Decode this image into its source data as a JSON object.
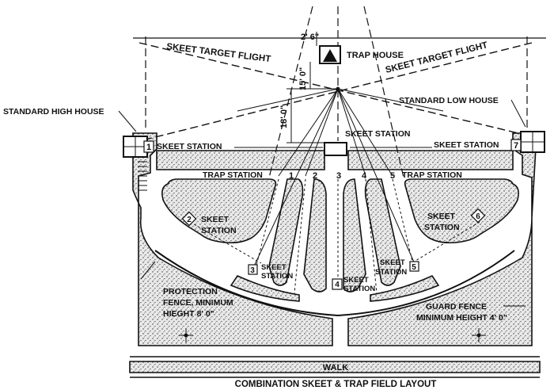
{
  "labels": {
    "target_flight_left": "SKEET TARGET FLIGHT",
    "target_flight_right": "SKEET TARGET FLIGHT",
    "trap_house": "TRAP HOUSE",
    "dim_2_6": "2' 6\"",
    "dim_15_0": "15' 0\"",
    "dim_18_0": "18' 0\"",
    "high_house": "STANDARD HIGH HOUSE",
    "low_house": "STANDARD LOW HOUSE",
    "skeet_station_left": "SKEET STATION",
    "skeet_station_center": "SKEET STATION",
    "skeet_station_right": "SKEET STATION",
    "trap_station_left": "TRAP STATION",
    "trap_station_right": "TRAP STATION",
    "skeet_2_line1": "SKEET",
    "skeet_2_line2": "STATION",
    "skeet_6_line1": "SKEET",
    "skeet_6_line2": "STATION",
    "skeet_3_line1": "SKEET",
    "skeet_3_line2": "STATION",
    "skeet_4_line1": "SKEET",
    "skeet_4_line2": "STATION",
    "skeet_5_line1": "SKEET",
    "skeet_5_line2": "STATION",
    "protection_line1": "PROTECTION",
    "protection_line2": "FENCE, MINIMUM",
    "protection_line3": "HIEGHT 8' 0\"",
    "guard_line1": "GUARD FENCE",
    "guard_line2": "MINIMUM HEIGHT 4' 0\"",
    "walk": "WALK",
    "caption": "COMBINATION SKEET & TRAP FIELD LAYOUT"
  },
  "station_numbers": {
    "s1": "1",
    "s2": "2",
    "s3": "3",
    "s4": "4",
    "s5": "5",
    "s6": "6",
    "s7": "7"
  },
  "trap_numbers": {
    "t1": "1",
    "t2": "2",
    "t3": "3",
    "t4": "4",
    "t5": "5"
  }
}
